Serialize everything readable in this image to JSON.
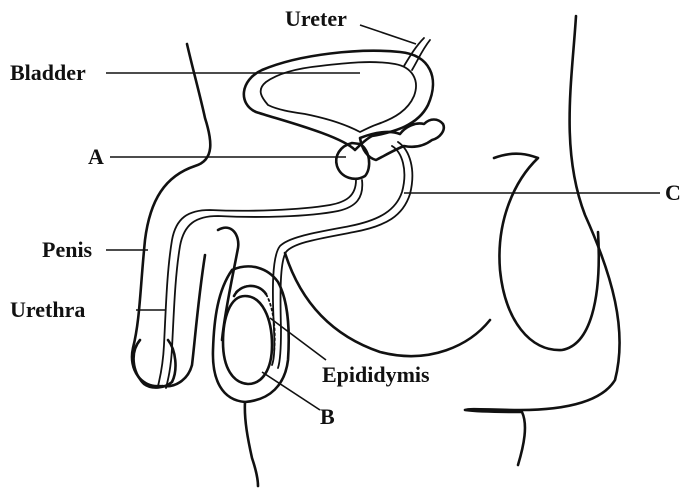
{
  "labels": {
    "ureter": "Ureter",
    "bladder": "Bladder",
    "a": "A",
    "penis": "Penis",
    "urethra": "Urethra",
    "c": "C",
    "epididymis": "Epididymis",
    "b": "B"
  },
  "colors": {
    "ink": "#111111",
    "background": "#ffffff",
    "gland_fill": "#e9e9e9"
  }
}
